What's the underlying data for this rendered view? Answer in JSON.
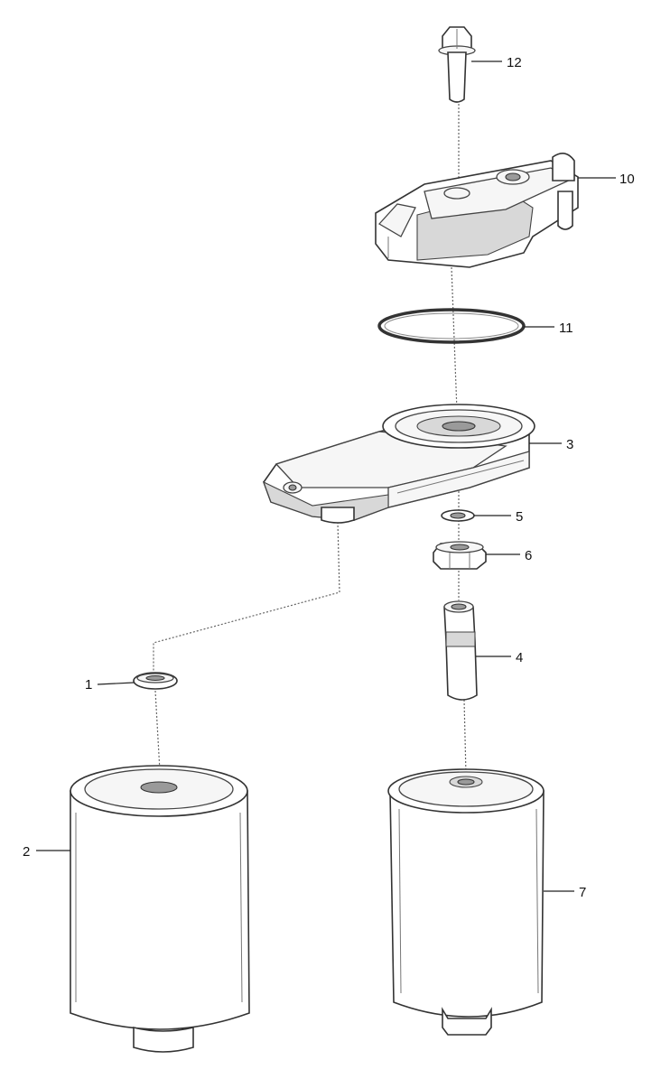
{
  "callouts": {
    "c1": "1",
    "c2": "2",
    "c3": "3",
    "c4": "4",
    "c5": "5",
    "c6": "6",
    "c7": "7",
    "c10": "10",
    "c11": "11",
    "c12": "12"
  }
}
